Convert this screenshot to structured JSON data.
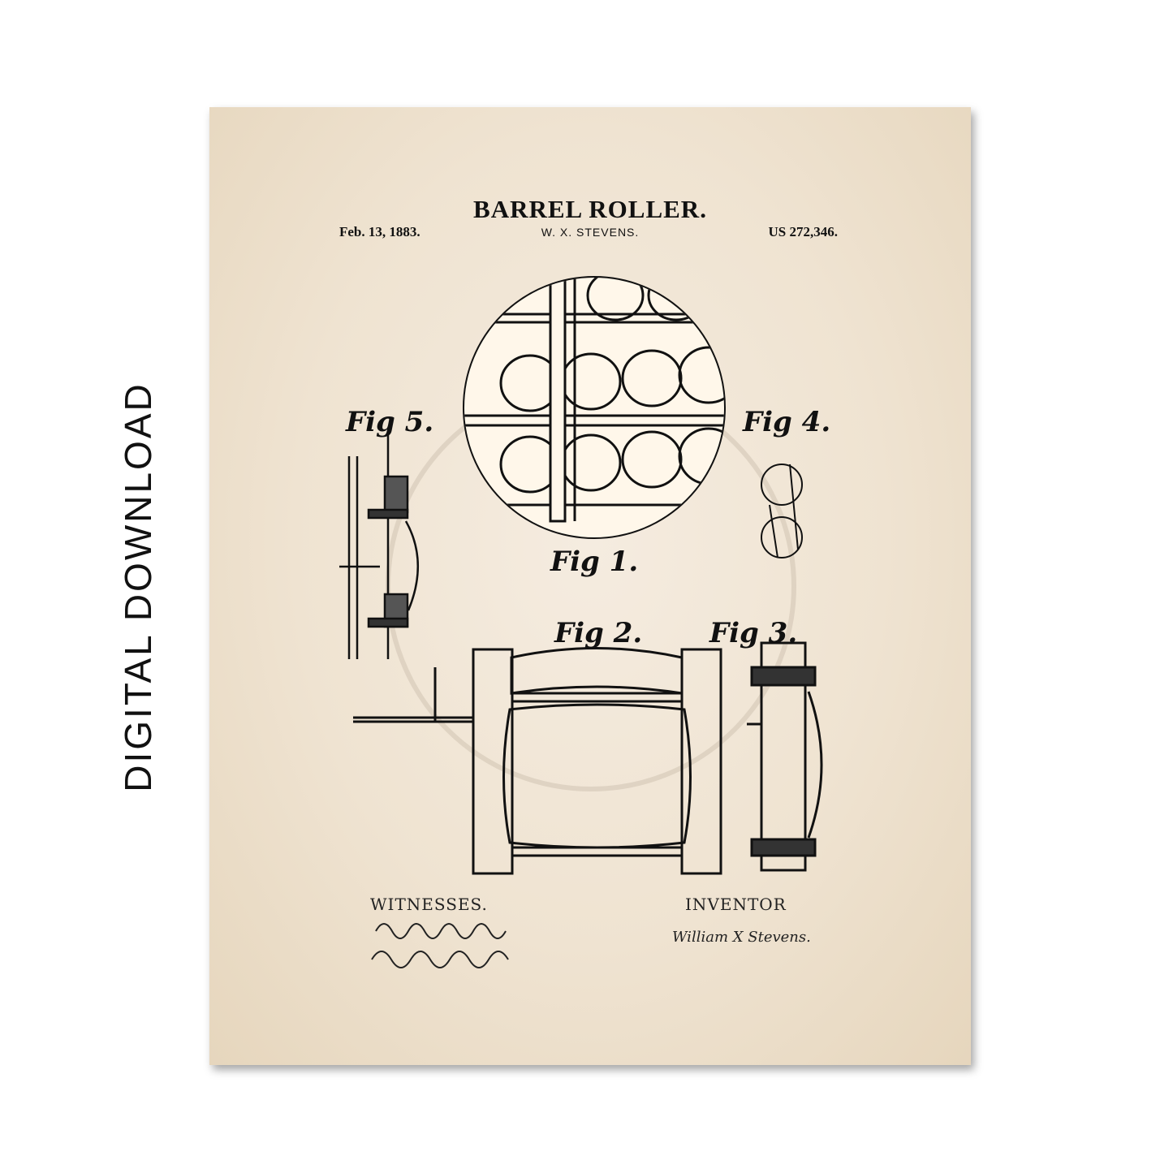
{
  "side_label": "DIGITAL DOWNLOAD",
  "patent": {
    "title": "BARREL ROLLER.",
    "date": "Feb. 13, 1883.",
    "inventor": "W. X. STEVENS.",
    "number": "US 272,346."
  },
  "figures": {
    "fig1": "Fig 1.",
    "fig2": "Fig 2.",
    "fig3": "Fig 3.",
    "fig4": "Fig 4.",
    "fig5": "Fig 5."
  },
  "footer": {
    "witnesses_label": "WITNESSES.",
    "inventor_label": "INVENTOR",
    "inventor_signature": "William X Stevens."
  },
  "colors": {
    "paper": "#efe3d1",
    "ink": "#111111"
  }
}
